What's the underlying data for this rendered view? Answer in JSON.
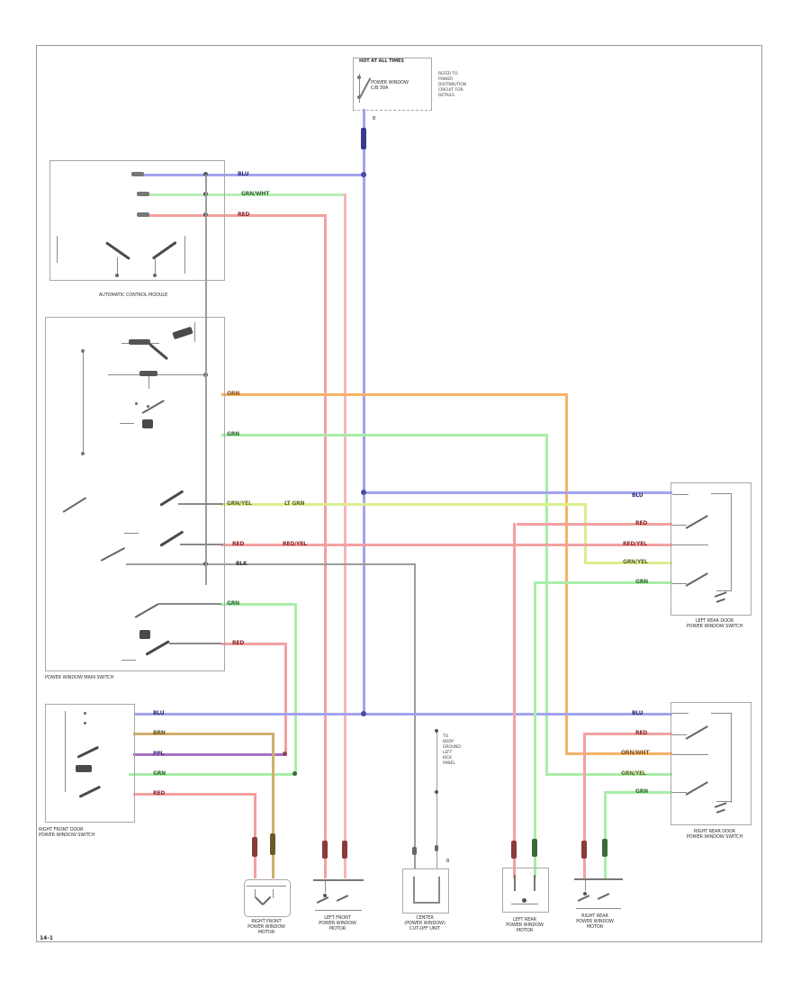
{
  "palette": {
    "blue": "#a3a3ef",
    "red": "#f4a0a0",
    "pink": "#f6b6b6",
    "green": "#a9eda9",
    "yellow_green": "#dcee8e",
    "orange": "#f6b267",
    "tan": "#cfb06a",
    "purple": "#a571c4",
    "gray": "#9c9c9c",
    "border": "#a8a8a8"
  },
  "fusebox": {
    "title": "HOT AT ALL TIMES",
    "fuse_line1": "POWER WINDOW",
    "fuse_line2": "C/B 30A",
    "tag": "B",
    "note_lines": [
      "REFER TO",
      "POWER",
      "DISTRIBUTION",
      "CIRCUIT FOR",
      "DETAILS"
    ]
  },
  "module": {
    "label": "AUTOMATIC CONTROL MODULE"
  },
  "main_switch": {
    "label": "POWER WINDOW MAIN SWITCH"
  },
  "driver_switch": {
    "line1": "RIGHT FRONT DOOR",
    "line2": "POWER WINDOW SWITCH"
  },
  "left_rear_switch": {
    "line1": "LEFT REAR DOOR",
    "line2": "POWER WINDOW SWITCH"
  },
  "right_rear_switch": {
    "line1": "RIGHT REAR DOOR",
    "line2": "POWER WINDOW SWITCH"
  },
  "ground_note": {
    "tag": "B",
    "lines": [
      "TO",
      "BODY",
      "GROUND",
      "LEFT",
      "KICK",
      "PANEL"
    ]
  },
  "connectors": {
    "c1": {
      "line1": "RIGHT FRONT",
      "line2": "POWER WINDOW",
      "line3": "MOTOR"
    },
    "c2": {
      "line1": "LEFT FRONT",
      "line2": "POWER WINDOW",
      "line3": "MOTOR"
    },
    "c3": {
      "line1": "CENTER",
      "line2": "(POWER WINDOW)",
      "line3": "CUT-OFF UNIT"
    },
    "c4": {
      "line1": "LEFT REAR",
      "line2": "POWER WINDOW",
      "line3": "MOTOR"
    },
    "c5": {
      "line1": "RIGHT REAR",
      "line2": "POWER WINDOW",
      "line3": "MOTOR"
    }
  },
  "wire_labels": [
    "BLU",
    "GRN/WHT",
    "RED",
    "ORN",
    "GRN",
    "GRN/YEL",
    "LT GRN",
    "RED",
    "RED/YEL",
    "BLK",
    "GRN",
    "RED",
    "BLU",
    "BRN",
    "PPL",
    "GRN",
    "RED",
    "BLU",
    "RED",
    "RED/YEL",
    "GRN/YEL",
    "GRN",
    "BLU",
    "RED",
    "ORN/WHT",
    "GRN/YEL",
    "GRN"
  ],
  "page_mark": "14-1"
}
